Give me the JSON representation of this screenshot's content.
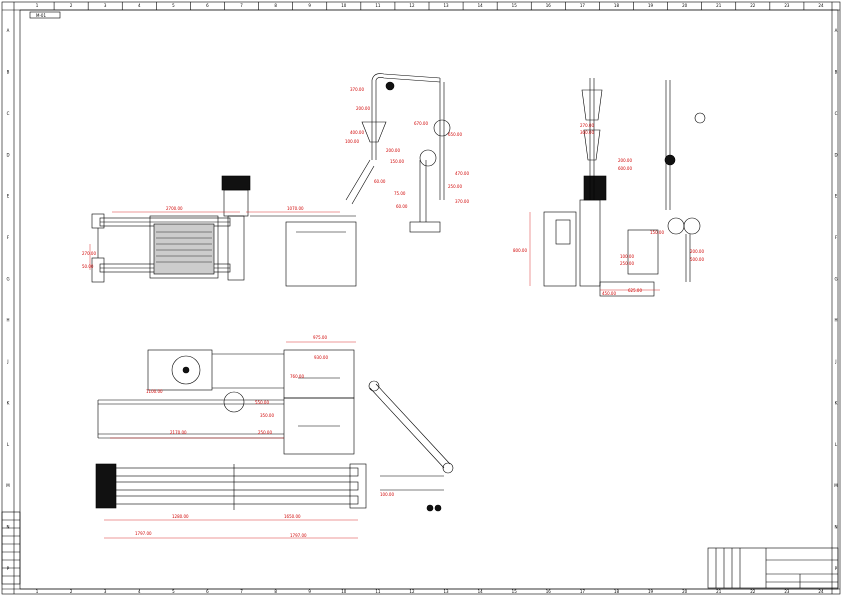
{
  "border": {
    "top_numbers": [
      "1",
      "2",
      "3",
      "4",
      "5",
      "6",
      "7",
      "8",
      "9",
      "10",
      "11",
      "12",
      "13",
      "14",
      "15",
      "16",
      "17",
      "18",
      "19",
      "20",
      "21",
      "22",
      "23",
      "24"
    ],
    "side_letters": [
      "A",
      "B",
      "C",
      "D",
      "E",
      "F",
      "G",
      "H",
      "J",
      "K",
      "L",
      "M",
      "N",
      "P"
    ]
  },
  "title_tag": "M-01",
  "colors": {
    "line": "#000000",
    "dimension": "#d00000"
  },
  "views": {
    "front": {
      "dims": [
        "2700.00",
        "1070.00",
        "270.00",
        "50.00",
        "370.00",
        "200.00",
        "400.00",
        "100.00",
        "670.00",
        "650.00",
        "200.00",
        "150.00",
        "60.00",
        "470.00",
        "75.00",
        "60.00",
        "370.00",
        "250.00"
      ]
    },
    "side": {
      "dims": [
        "270.00",
        "300.00",
        "800.00",
        "200.00",
        "600.00",
        "150.00",
        "100.00",
        "250.00",
        "200.00",
        "500.00",
        "625.00",
        "450.00"
      ]
    },
    "plan": {
      "dims": [
        "975.00",
        "930.00",
        "760.00",
        "1100.00",
        "550.00",
        "350.00",
        "2170.00",
        "250.00",
        "100.00",
        "1280.00",
        "1650.00",
        "1797.00",
        "1797.00"
      ]
    }
  }
}
